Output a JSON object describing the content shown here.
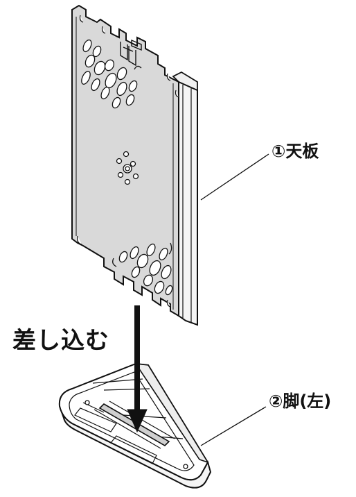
{
  "labels": {
    "top_board": "①天板",
    "leg_left": "②脚(左)",
    "insert_instruction": "差し込む"
  },
  "colors": {
    "panel_face": "#d9d9d9",
    "panel_side": "#f4f4f4",
    "stroke": "#111111",
    "base_top": "#ffffff"
  }
}
